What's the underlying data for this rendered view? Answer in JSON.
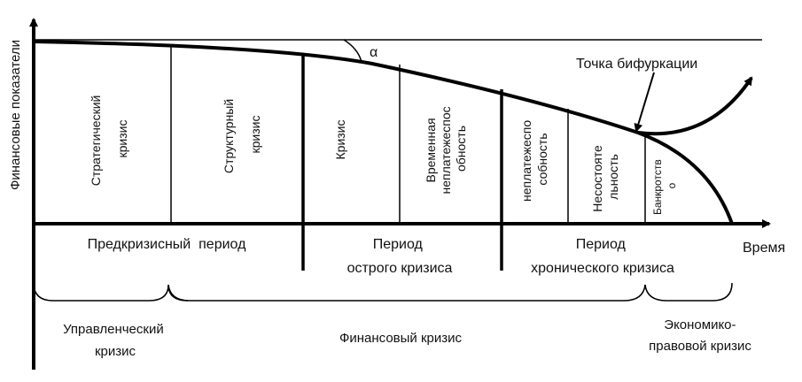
{
  "axes": {
    "y_label": "Финансовые показатели",
    "x_label": "Время"
  },
  "angle_label": "α",
  "bifurcation_label": "Точка бифуркации",
  "stages": [
    {
      "lines": [
        "Стратегический",
        "кризис"
      ]
    },
    {
      "lines": [
        "Структурный",
        "кризис"
      ]
    },
    {
      "lines": [
        "Кризис"
      ]
    },
    {
      "lines": [
        "Временная",
        "неплатежеспос",
        "обность"
      ]
    },
    {
      "lines": [
        "неплатежеспо",
        "собность"
      ]
    },
    {
      "lines": [
        "Несостояте",
        "льность"
      ]
    },
    {
      "lines": [
        "Банкротств",
        "о"
      ]
    }
  ],
  "periods": [
    {
      "lines": [
        "Предкризисный  период"
      ]
    },
    {
      "lines": [
        "Период",
        "острого кризиса"
      ]
    },
    {
      "lines": [
        "Период",
        "хронического кризиса"
      ]
    }
  ],
  "braces": [
    {
      "lines": [
        "Управленческий",
        "кризис"
      ]
    },
    {
      "lines": [
        "Финансовый кризис"
      ]
    },
    {
      "lines": [
        "Экономико-",
        "правовой кризис"
      ]
    }
  ]
}
